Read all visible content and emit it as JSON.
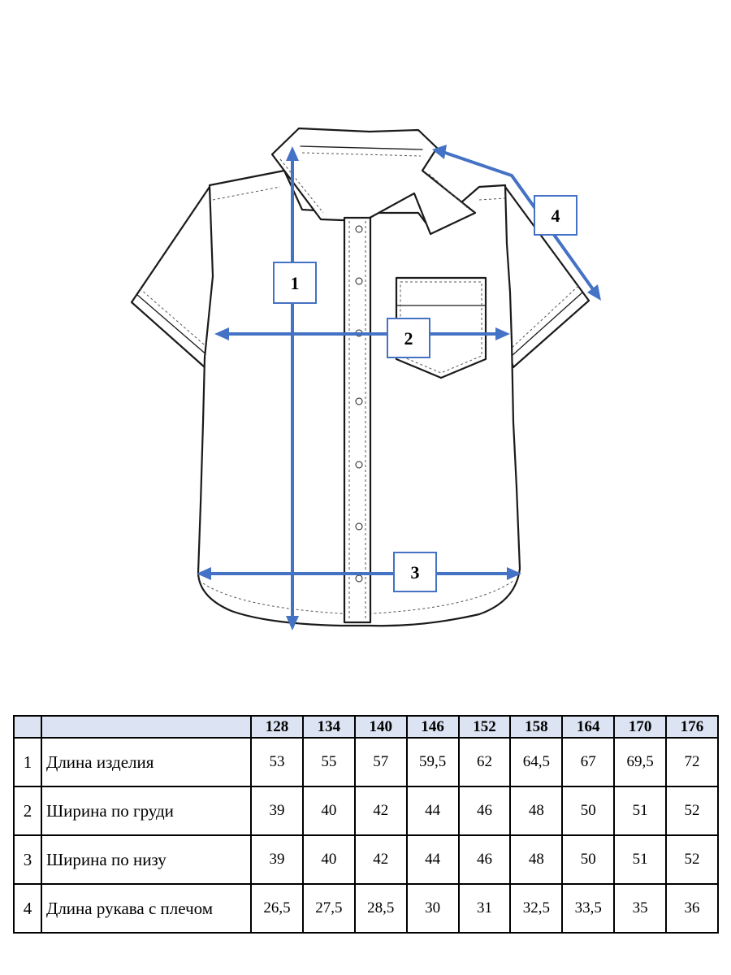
{
  "labels": [
    "1",
    "2",
    "3",
    "4"
  ],
  "table": {
    "columns": [
      "",
      "",
      "128",
      "134",
      "140",
      "146",
      "152",
      "158",
      "164",
      "170",
      "176"
    ],
    "rows": [
      {
        "num": "1",
        "name": "Длина изделия",
        "values": [
          "53",
          "55",
          "57",
          "59,5",
          "62",
          "64,5",
          "67",
          "69,5",
          "72"
        ]
      },
      {
        "num": "2",
        "name": "Ширина по груди",
        "values": [
          "39",
          "40",
          "42",
          "44",
          "46",
          "48",
          "50",
          "51",
          "52"
        ]
      },
      {
        "num": "3",
        "name": "Ширина по низу",
        "values": [
          "39",
          "40",
          "42",
          "44",
          "46",
          "48",
          "50",
          "51",
          "52"
        ]
      },
      {
        "num": "4",
        "name": "Длина рукава с плечом",
        "values": [
          "26,5",
          "27,5",
          "28,5",
          "30",
          "31",
          "32,5",
          "33,5",
          "35",
          "36"
        ]
      }
    ]
  }
}
